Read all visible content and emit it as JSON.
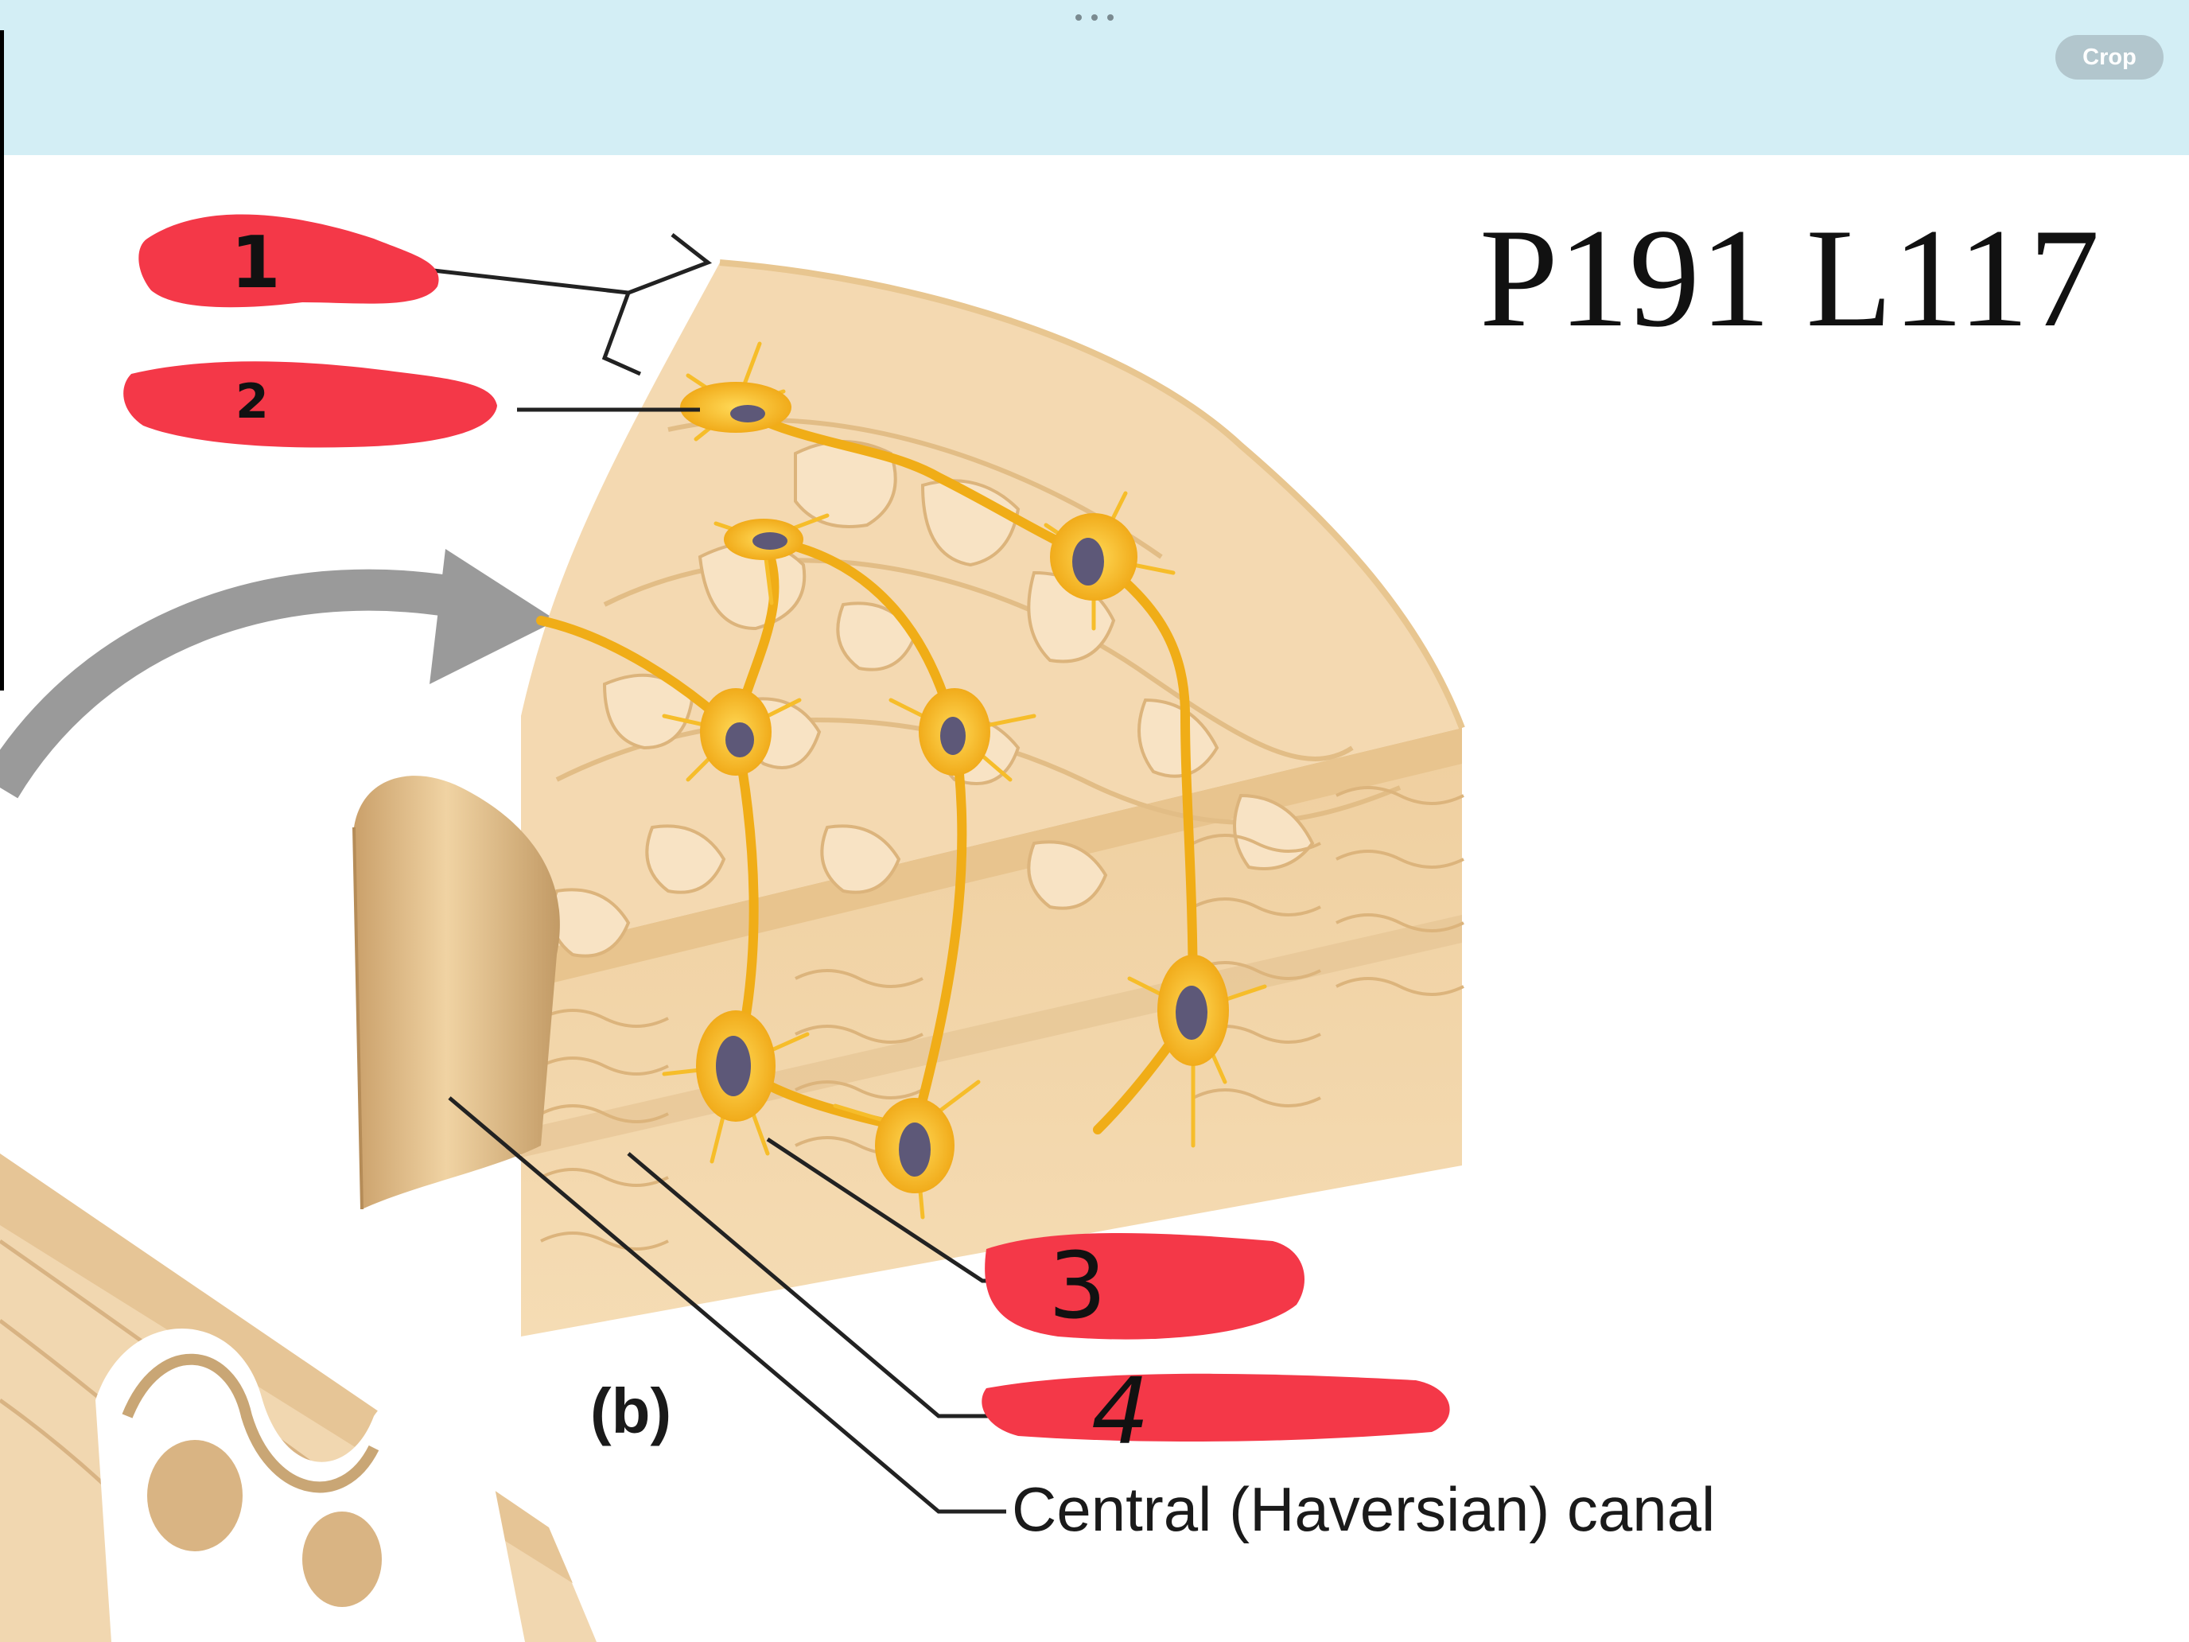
{
  "toolbar": {
    "crop_label": "Crop",
    "more_icon": "more-dots-icon"
  },
  "page_code": "P191 L117",
  "figure": {
    "panel_label": "(b)",
    "labels": {
      "canal": "Central (Haversian) canal",
      "hidden_1": "1",
      "hidden_2": "2",
      "hidden_3": "3",
      "hidden_4": "4"
    },
    "colors": {
      "bone": "#f2d6ad",
      "lamella": "#f7e1c0",
      "osteocyte": "#f5b722",
      "nucleus": "#5d5878",
      "redaction": "#f43848",
      "arrow": "#9a9a9a"
    }
  }
}
